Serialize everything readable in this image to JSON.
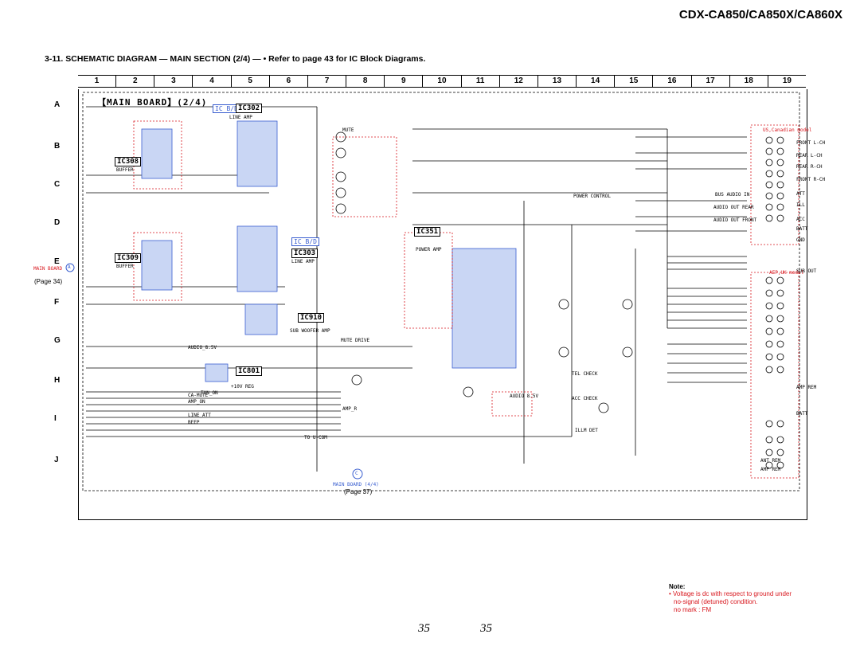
{
  "header": {
    "model": "CDX-CA850/CA850X/CA860X"
  },
  "section": {
    "title": "3-11. SCHEMATIC DIAGRAM — MAIN SECTION (2/4) — • Refer to page 43 for IC Block Diagrams."
  },
  "grid": {
    "columns": [
      "1",
      "2",
      "3",
      "4",
      "5",
      "6",
      "7",
      "8",
      "9",
      "10",
      "11",
      "12",
      "13",
      "14",
      "15",
      "16",
      "17",
      "18",
      "19"
    ],
    "rows": [
      "A",
      "B",
      "C",
      "D",
      "E",
      "F",
      "G",
      "H",
      "I",
      "J"
    ]
  },
  "board": {
    "title": "【MAIN BOARD】(2/4)"
  },
  "ics": [
    {
      "name": "IC302",
      "sub": "LINE AMP"
    },
    {
      "name": "IC308",
      "sub": "BUFFER"
    },
    {
      "name": "IC309",
      "sub": "BUFFER"
    },
    {
      "name": "IC303",
      "sub": "LINE AMP"
    },
    {
      "name": "IC351",
      "sub": "POWER AMP"
    },
    {
      "name": "IC910",
      "sub": "SUB WOOFER AMP"
    },
    {
      "name": "IC801",
      "sub": "+10V REG"
    }
  ],
  "ic_bd": [
    "IC B/D",
    "IC B/D"
  ],
  "labels": {
    "mute": "MUTE",
    "line_amp": "LINE AMP",
    "power_control": "POWER CONTROL",
    "tel_check": "TEL CHECK",
    "acc_check": "ACC CHECK",
    "illm_det": "ILLM DET",
    "mute_drive": "MUTE DRIVE",
    "audio_8_5v": "AUDIO_8.5V",
    "audio_8_5v_b": "AUDIO 8.5V",
    "tun_on": "TUN_ON",
    "amp_on": "AMP_ON",
    "ca_mute": "CA-MUTE",
    "line_att": "LINE_ATT",
    "beep": "BEEP",
    "amp_r": "AMP_R",
    "to_ucom": "TO U-COM",
    "us_canadian": "US,Canadian model",
    "aep_uk": "AEP,UK model",
    "front_lch": "FRONT L-CH",
    "rear_lch": "REAR L-CH",
    "front_rch": "FRONT R-CH",
    "rear_rch": "REAR R-CH",
    "bus_audio_in": "BUS AUDIO IN",
    "audio_out_rear": "AUDIO OUT REAR",
    "audio_out_front": "AUDIO OUT FRONT",
    "sub_out": "SUB OUT",
    "ant_rem": "ANT REM",
    "batt": "BATT",
    "amp_rem": "AMP REM",
    "gnd": "GND",
    "att": "ATT",
    "acc": "ACC",
    "ill": "ILL",
    "main_board": "MAIN BOARD"
  },
  "page_refs": {
    "left": "(Page 34)",
    "bottom": "(Page 37)",
    "bottom_conn": "MAIN BOARD (4/4)"
  },
  "connectors": {
    "left": "A",
    "bottom": "C"
  },
  "note": {
    "title": "Note:",
    "lines": [
      "• Voltage is dc with respect to ground under",
      "no-signal (detuned) condition.",
      "no mark : FM"
    ]
  },
  "page_numbers": {
    "left": "35",
    "right": "35"
  },
  "colors": {
    "accent_red": "#d8161d",
    "ic_blue": "#3a5fd0",
    "ic_fill": "#c9d6f4"
  }
}
